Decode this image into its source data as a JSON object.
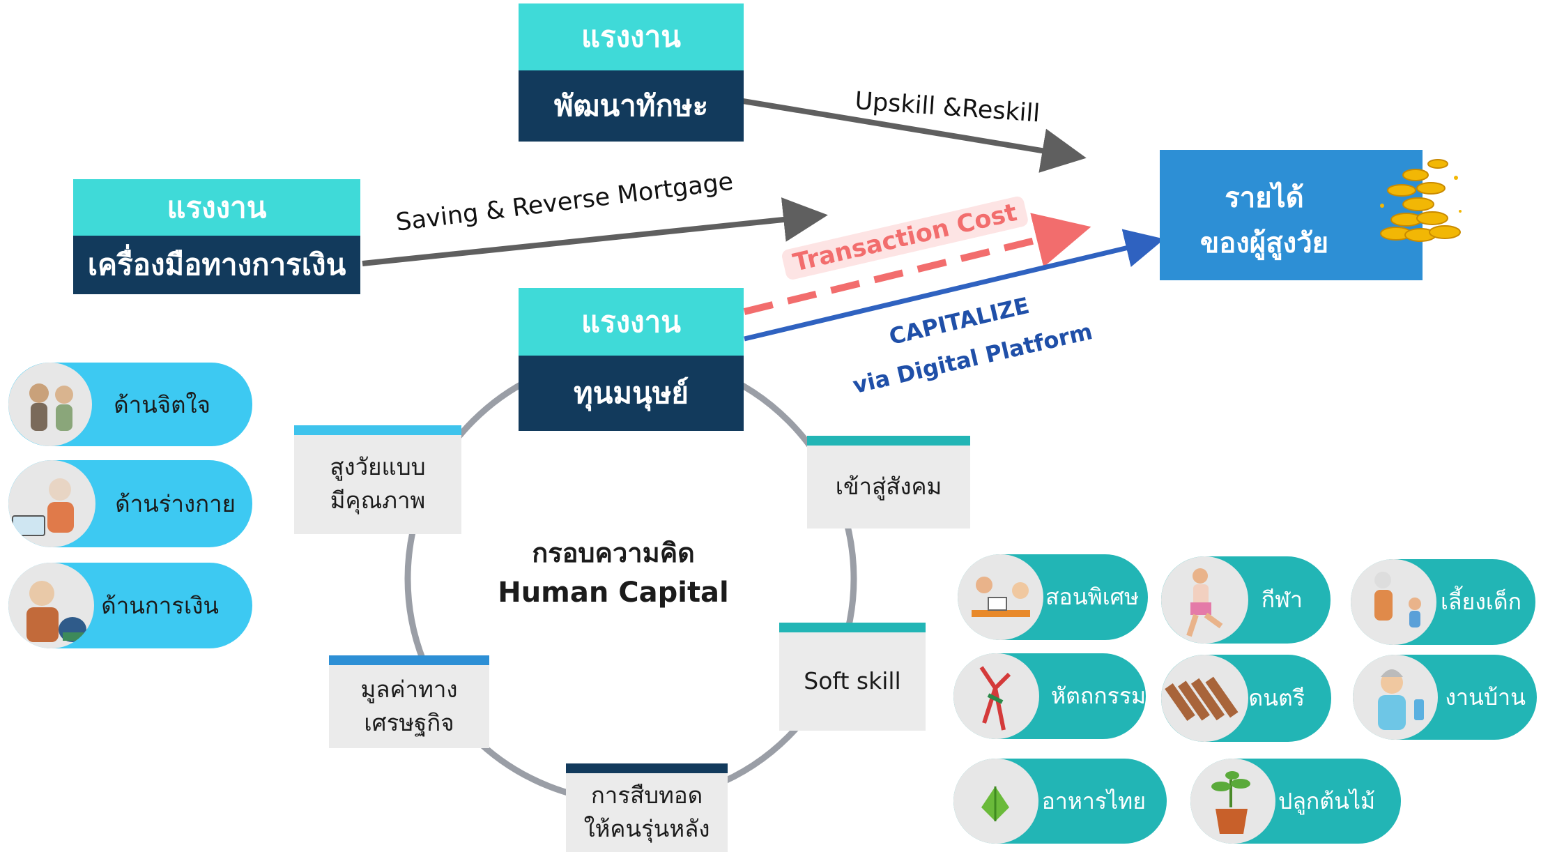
{
  "top_box": {
    "header": "แรงงาน",
    "title": "พัฒนาทักษะ"
  },
  "left_box": {
    "header": "แรงงาน",
    "title": "เครื่องมือทางการเงิน"
  },
  "center_box": {
    "header": "แรงงาน",
    "title": "ทุนมนุษย์"
  },
  "income_box": {
    "line1": "รายได้",
    "line2": "ของผู้สูงวัย"
  },
  "arrows": {
    "upskill": "Upskill &Reskill",
    "saving": "Saving & Reverse Mortgage",
    "transaction": "Transaction Cost",
    "capitalize_1": "CAPITALIZE",
    "capitalize_2": "via Digital Platform"
  },
  "framework": {
    "line1": "กรอบความคิด",
    "line2": "Human Capital"
  },
  "cards": {
    "quality_aging": "สูงวัยแบบ\nมีคุณภาพ",
    "social": "เข้าสู่สังคม",
    "soft_skill": "Soft skill",
    "econ_value": "มูลค่าทาง\nเศรษฐกิจ",
    "inheritance": "การสืบทอด\nให้คนรุ่นหลัง"
  },
  "aspects": [
    "ด้านจิตใจ",
    "ด้านร่างกาย",
    "ด้านการเงิน"
  ],
  "activities": [
    "สอนพิเศษ",
    "กีฬา",
    "เลี้ยงเด็ก",
    "หัตถกรรม",
    "ดนตรี",
    "งานบ้าน",
    "อาหารไทย",
    "ปลูกต้นไม้"
  ],
  "colors": {
    "teal_header": "#3fdad8",
    "navy": "#123a5c",
    "income_blue": "#2d8fd5",
    "arrow_gray": "#5f5f5f",
    "transaction_red": "#f26d6d",
    "capitalize_blue": "#2f62c0",
    "pill_blue": "#3dc9f2",
    "pill_teal": "#22b5b5"
  }
}
